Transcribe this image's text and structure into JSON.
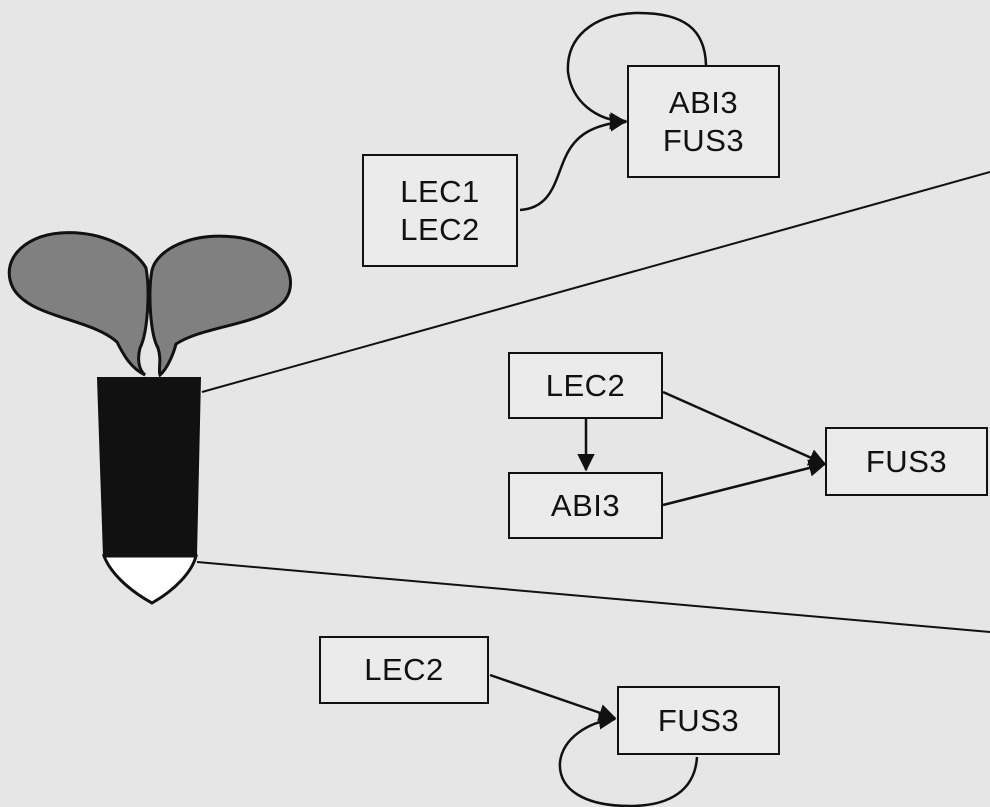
{
  "colors": {
    "background": "#e6e6e6",
    "line": "#111111",
    "cotyledon": "#808080",
    "hypocotyl": "#111111",
    "root_tip": "#ffffff"
  },
  "embryo": {
    "parts": [
      "cotyledon",
      "cotyledon",
      "hypocotyl",
      "root-tip"
    ]
  },
  "top_network": {
    "source_box": {
      "lines": [
        "LEC1",
        "LEC2"
      ]
    },
    "target_box": {
      "lines": [
        "ABI3",
        "FUS3"
      ]
    },
    "edges": [
      {
        "from": "LEC1/LEC2",
        "to": "ABI3/FUS3",
        "type": "activation"
      },
      {
        "from": "ABI3/FUS3",
        "to": "ABI3/FUS3",
        "type": "self-loop"
      }
    ]
  },
  "middle_network": {
    "lec2_box": "LEC2",
    "abi3_box": "ABI3",
    "fus3_box": "FUS3",
    "edges": [
      {
        "from": "LEC2",
        "to": "ABI3",
        "type": "activation"
      },
      {
        "from": "LEC2",
        "to": "FUS3",
        "type": "activation"
      },
      {
        "from": "ABI3",
        "to": "FUS3",
        "type": "activation"
      }
    ]
  },
  "bottom_network": {
    "lec2_box": "LEC2",
    "fus3_box": "FUS3",
    "edges": [
      {
        "from": "LEC2",
        "to": "FUS3",
        "type": "activation"
      },
      {
        "from": "FUS3",
        "to": "FUS3",
        "type": "self-loop"
      }
    ]
  }
}
